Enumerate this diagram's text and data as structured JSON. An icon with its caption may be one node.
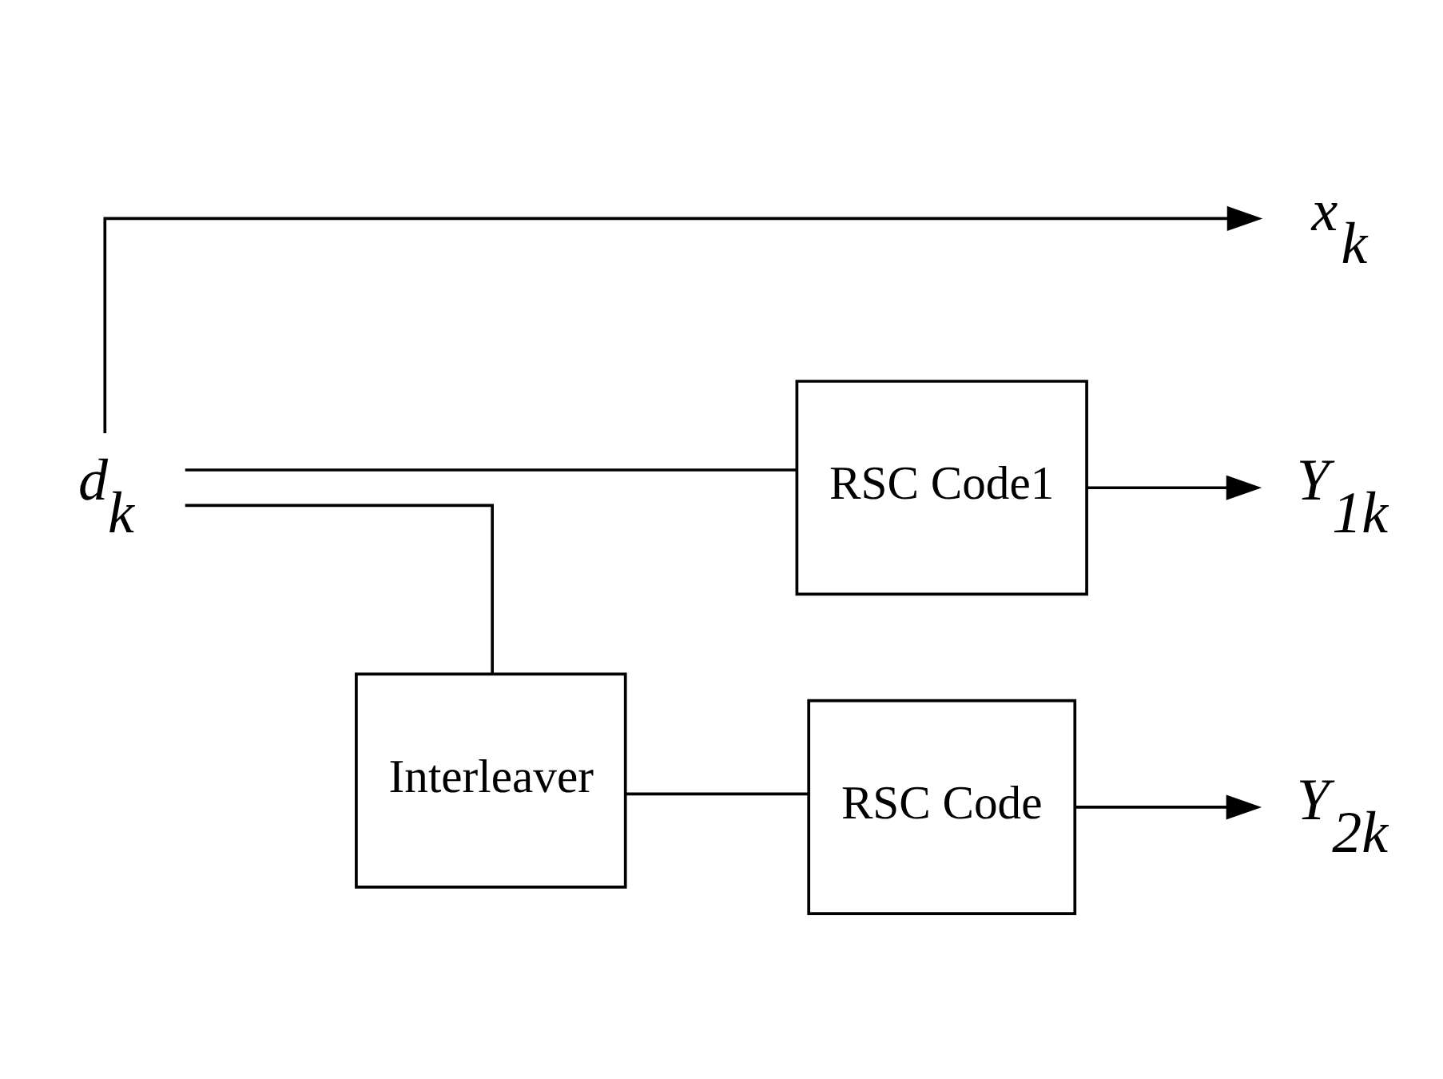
{
  "diagram": {
    "nodes": [
      {
        "text": [
          "d$_{k}$"
        ]
      },
      {
        "text": [
          "x$_{k}$"
        ]
      },
      {
        "text": [
          "RSC Code1"
        ]
      },
      {
        "text": [
          "Y$_{1k}$"
        ]
      },
      {
        "text": [
          "Interleaver"
        ]
      },
      {
        "text": [
          "Y$_{2k}$"
        ]
      },
      {
        "text": [
          "RSC Code"
        ]
      }
    ],
    "edges": [
      {
        "from": 0,
        "to": 1,
        "arrow": "to"
      },
      {
        "from": 0,
        "to": 2,
        "arrow": "none"
      },
      {
        "from": 0,
        "to": 4,
        "arrow": "none"
      },
      {
        "from": 2,
        "to": 3,
        "arrow": "to"
      },
      {
        "from": 4,
        "to": 6,
        "arrow": "none"
      },
      {
        "from": 6,
        "to": 5,
        "arrow": "to"
      }
    ]
  }
}
